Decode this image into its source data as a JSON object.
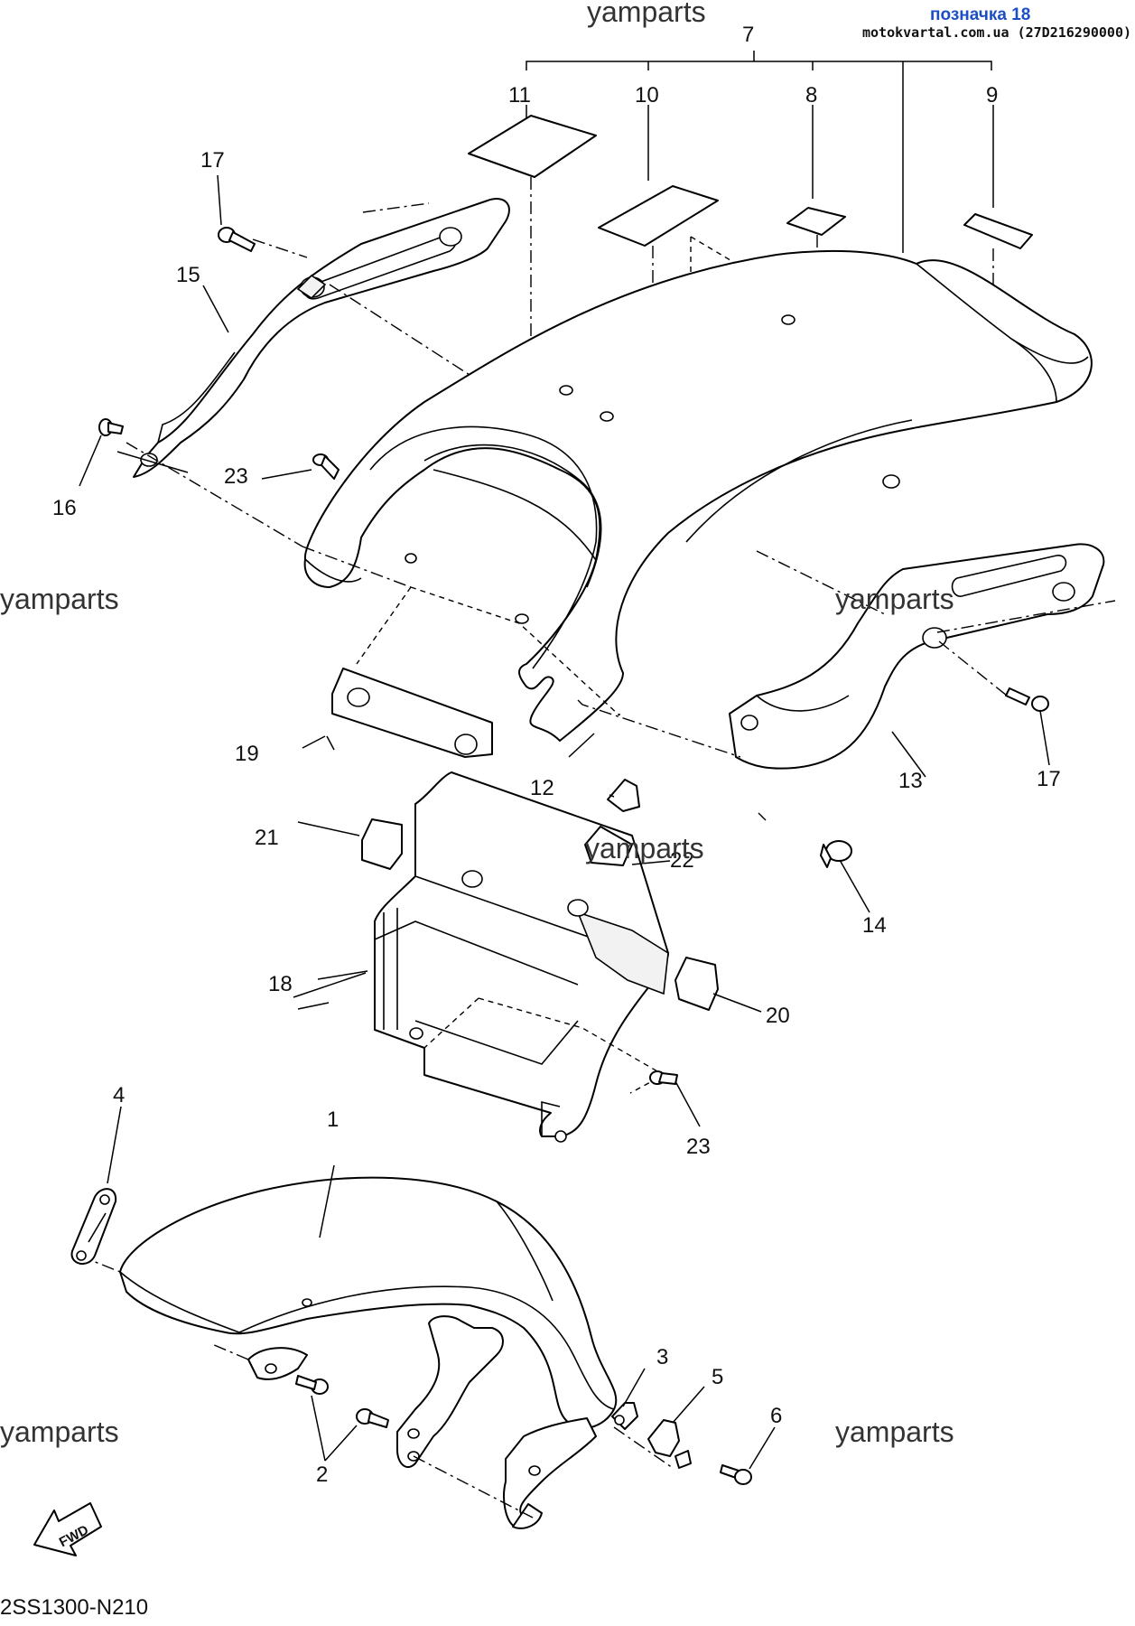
{
  "header": {
    "watermark_top": "yamparts",
    "brand_label": "позначка 18",
    "site_label": "motokvartal.com.ua (27D216290000)"
  },
  "watermarks": {
    "left_mid": "yamparts",
    "right_mid": "yamparts",
    "center": "yamparts",
    "left_bottom": "yamparts",
    "right_bottom": "yamparts"
  },
  "callouts": {
    "n1": "1",
    "n2": "2",
    "n3": "3",
    "n4": "4",
    "n5": "5",
    "n6": "6",
    "n7": "7",
    "n8": "8",
    "n9": "9",
    "n10": "10",
    "n11": "11",
    "n12": "12",
    "n13": "13",
    "n14": "14",
    "n15": "15",
    "n16": "16",
    "n17a": "17",
    "n17b": "17",
    "n18": "18",
    "n19": "19",
    "n20": "20",
    "n21": "21",
    "n22": "22",
    "n23a": "23",
    "n23b": "23"
  },
  "fwd_label": "FWD",
  "diagram_code": "2SS1300-N210"
}
